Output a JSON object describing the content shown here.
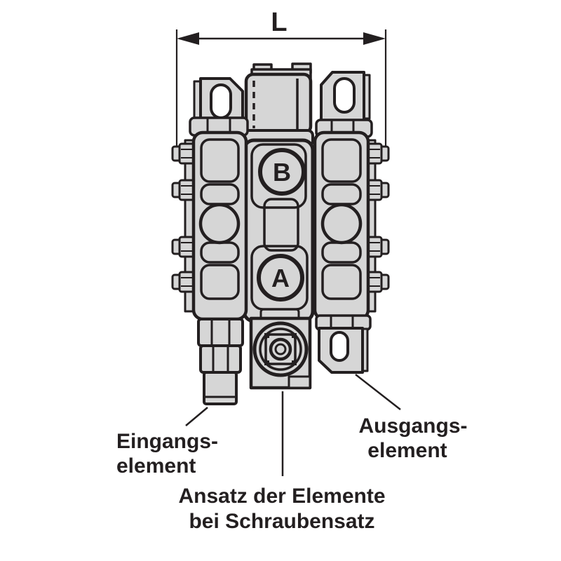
{
  "diagram": {
    "dimension_label": "L",
    "ports": {
      "b": "B",
      "a": "A"
    },
    "labels": {
      "input_line1": "Eingangs-",
      "input_line2": "element",
      "output_line1": "Ausgangs-",
      "output_line2": "element",
      "attachment_line1": "Ansatz der Elemente",
      "attachment_line2": "bei Schraubensatz"
    },
    "colors": {
      "body_fill": "#d6d6d6",
      "line": "#231f20",
      "background": "#ffffff"
    }
  }
}
